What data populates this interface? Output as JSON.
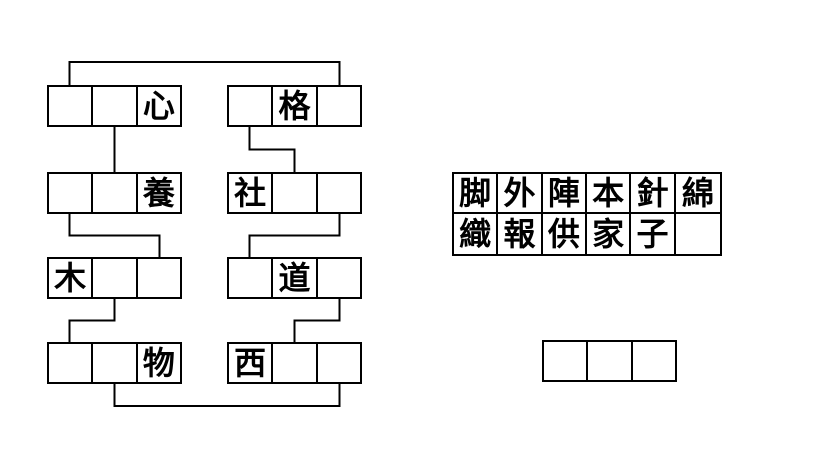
{
  "colors": {
    "background": "#ffffff",
    "line": "#000000",
    "text": "#000000"
  },
  "puzzle": {
    "left_words": [
      {
        "cells": [
          "",
          "",
          "心"
        ]
      },
      {
        "cells": [
          "",
          "",
          "養"
        ]
      },
      {
        "cells": [
          "木",
          "",
          ""
        ]
      },
      {
        "cells": [
          "",
          "",
          "物"
        ]
      }
    ],
    "right_words": [
      {
        "cells": [
          "",
          "格",
          ""
        ]
      },
      {
        "cells": [
          "社",
          "",
          ""
        ]
      },
      {
        "cells": [
          "",
          "道",
          ""
        ]
      },
      {
        "cells": [
          "西",
          "",
          ""
        ]
      }
    ],
    "candidates": [
      [
        "脚",
        "外",
        "陣",
        "本",
        "針",
        "綿"
      ],
      [
        "織",
        "報",
        "供",
        "家",
        "子",
        ""
      ]
    ],
    "answer_cells": [
      "",
      "",
      ""
    ]
  }
}
